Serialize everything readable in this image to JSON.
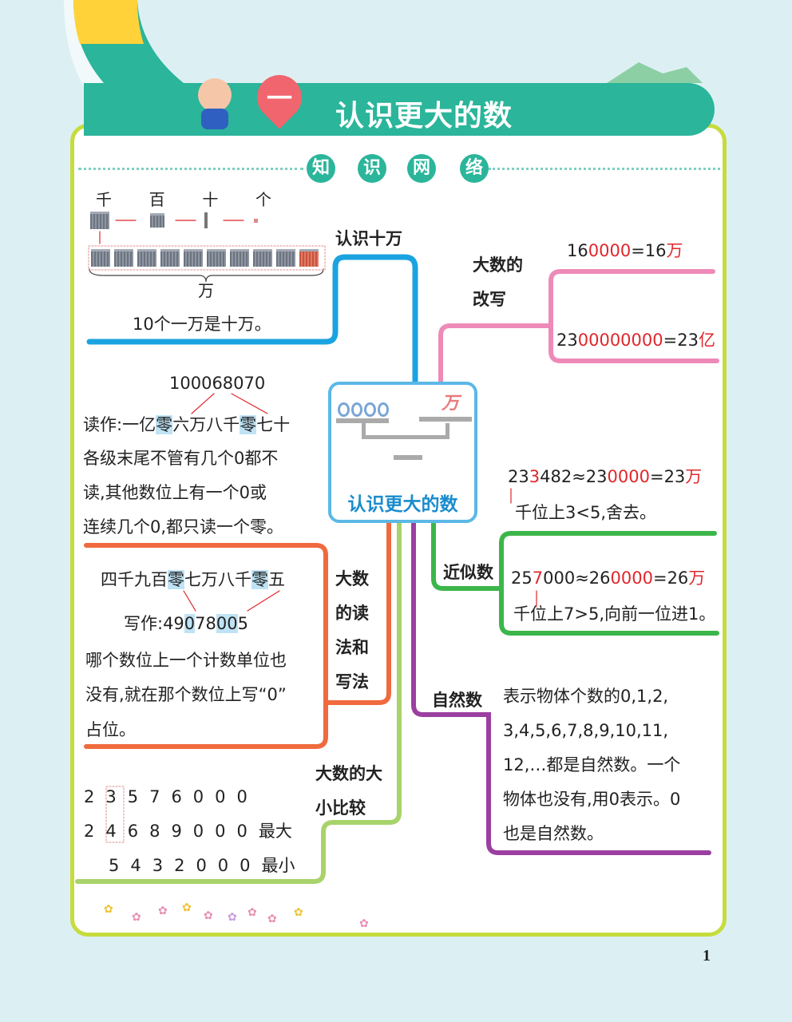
{
  "header": {
    "chapter_number": "一",
    "title": "认识更大的数"
  },
  "section_chips": [
    "知",
    "识",
    "网",
    "络"
  ],
  "center": {
    "title": "认识更大的数",
    "weight_label": "万"
  },
  "branches": {
    "b1": {
      "label": "认识十万",
      "place_labels": [
        "千",
        "百",
        "十",
        "个"
      ],
      "brace_label": "万",
      "text": "10个一万是十万。"
    },
    "b2": {
      "label": [
        "大数的",
        "改写"
      ],
      "line1": [
        {
          "t": "16",
          "red": false
        },
        {
          "t": "0000",
          "red": true
        },
        {
          "t": "=16",
          "red": false
        },
        {
          "t": "万",
          "red": true
        }
      ],
      "line2": [
        {
          "t": "23",
          "red": false
        },
        {
          "t": "00000000",
          "red": true
        },
        {
          "t": "=23",
          "red": false
        },
        {
          "t": "亿",
          "red": true
        }
      ]
    },
    "reading": {
      "number": "100068070",
      "read": [
        {
          "t": "读作:一亿",
          "hl": false
        },
        {
          "t": "零",
          "hl": true
        },
        {
          "t": "六万八千",
          "hl": false
        },
        {
          "t": "零",
          "hl": true
        },
        {
          "t": "七十",
          "hl": false
        }
      ],
      "rule": [
        "各级末尾不管有几个0都不",
        "读,其他数位上有一个0或",
        "连续几个0,都只读一个零。"
      ]
    },
    "b3": {
      "label": "近似数",
      "ex1": [
        {
          "t": "23",
          "red": false
        },
        {
          "t": "3",
          "red": true
        },
        {
          "t": "482≈23",
          "red": false
        },
        {
          "t": "0000",
          "red": true
        },
        {
          "t": "=23",
          "red": false
        },
        {
          "t": "万",
          "red": true
        }
      ],
      "ex1_note": "千位上3<5,舍去。",
      "ex2": [
        {
          "t": "25",
          "red": false
        },
        {
          "t": "7",
          "red": true
        },
        {
          "t": "000≈26",
          "red": false
        },
        {
          "t": "0000",
          "red": true
        },
        {
          "t": "=26",
          "red": false
        },
        {
          "t": "万",
          "red": true
        }
      ],
      "ex2_note": "千位上7>5,向前一位进1。"
    },
    "b4": {
      "label": [
        "大数",
        "的读",
        "法和",
        "写法"
      ],
      "words": [
        {
          "t": "四千九百",
          "hl": false
        },
        {
          "t": "零",
          "hl": true
        },
        {
          "t": "七万八千",
          "hl": false
        },
        {
          "t": "零",
          "hl": true
        },
        {
          "t": "五",
          "hl": false
        }
      ],
      "written": [
        {
          "t": "写作:49",
          "hl": false
        },
        {
          "t": "0",
          "hl": true
        },
        {
          "t": "78",
          "hl": false
        },
        {
          "t": "00",
          "hl": true
        },
        {
          "t": "5",
          "hl": false
        }
      ],
      "rule": [
        "哪个数位上一个计数单位也",
        "没有,就在那个数位上写“0”",
        "占位。"
      ]
    },
    "b5": {
      "label": "自然数",
      "text": [
        "表示物体个数的0,1,2,",
        "3,4,5,6,7,8,9,10,11,",
        "12,…都是自然数。一个",
        "物体也没有,用0表示。0",
        "也是自然数。"
      ]
    },
    "b6": {
      "label": [
        "大数的大",
        "小比较"
      ],
      "rows": [
        {
          "digits": "23576000",
          "note": ""
        },
        {
          "digits": "24689000",
          "note": "最大"
        },
        {
          "digits": "5432000",
          "note": "最小"
        }
      ]
    }
  },
  "page_number": "1",
  "colors": {
    "teal": "#2bb59a",
    "blue": "#1ba3e0",
    "pink": "#ee8ab8",
    "green": "#3cb64a",
    "purple": "#9b3fa0",
    "orange": "#f06a3e",
    "lime": "#a8d36a",
    "red": "#e0262b"
  }
}
